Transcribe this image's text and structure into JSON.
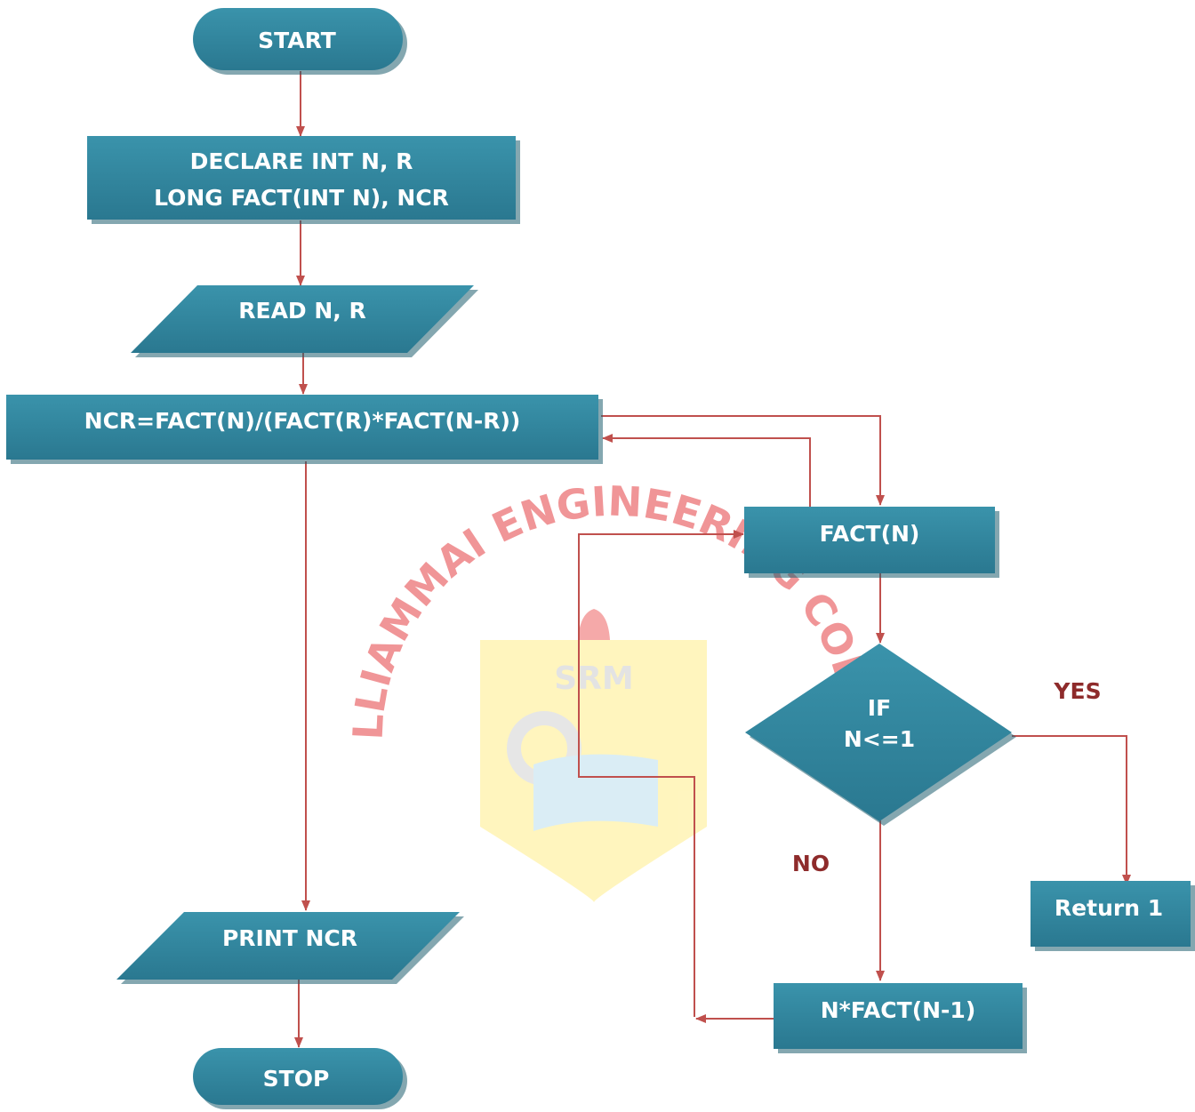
{
  "colors": {
    "shape_fill": "#31849b",
    "shape_shadow": "#1f5f70",
    "arrow": "#c0504d",
    "label": "#8e2b2b",
    "watermark_text": "#e8585d",
    "watermark_shield": "#fff4b8"
  },
  "watermark": {
    "arc_text": "VALLIAMMAI ENGINEERING COLLEGE",
    "logo_text": "SRM"
  },
  "nodes": {
    "start": "START",
    "declare_line1": "DECLARE INT N, R",
    "declare_line2": "LONG FACT(INT N), NCR",
    "read": "READ N, R",
    "compute": "NCR=FACT(N)/(FACT(R)*FACT(N-R))",
    "print": "PRINT NCR",
    "stop": "STOP",
    "fact": "FACT(N)",
    "decision_line1": "IF",
    "decision_line2": "N<=1",
    "return1": "Return 1",
    "recurse": "N*FACT(N-1)"
  },
  "edge_labels": {
    "yes": "YES",
    "no": "NO"
  }
}
